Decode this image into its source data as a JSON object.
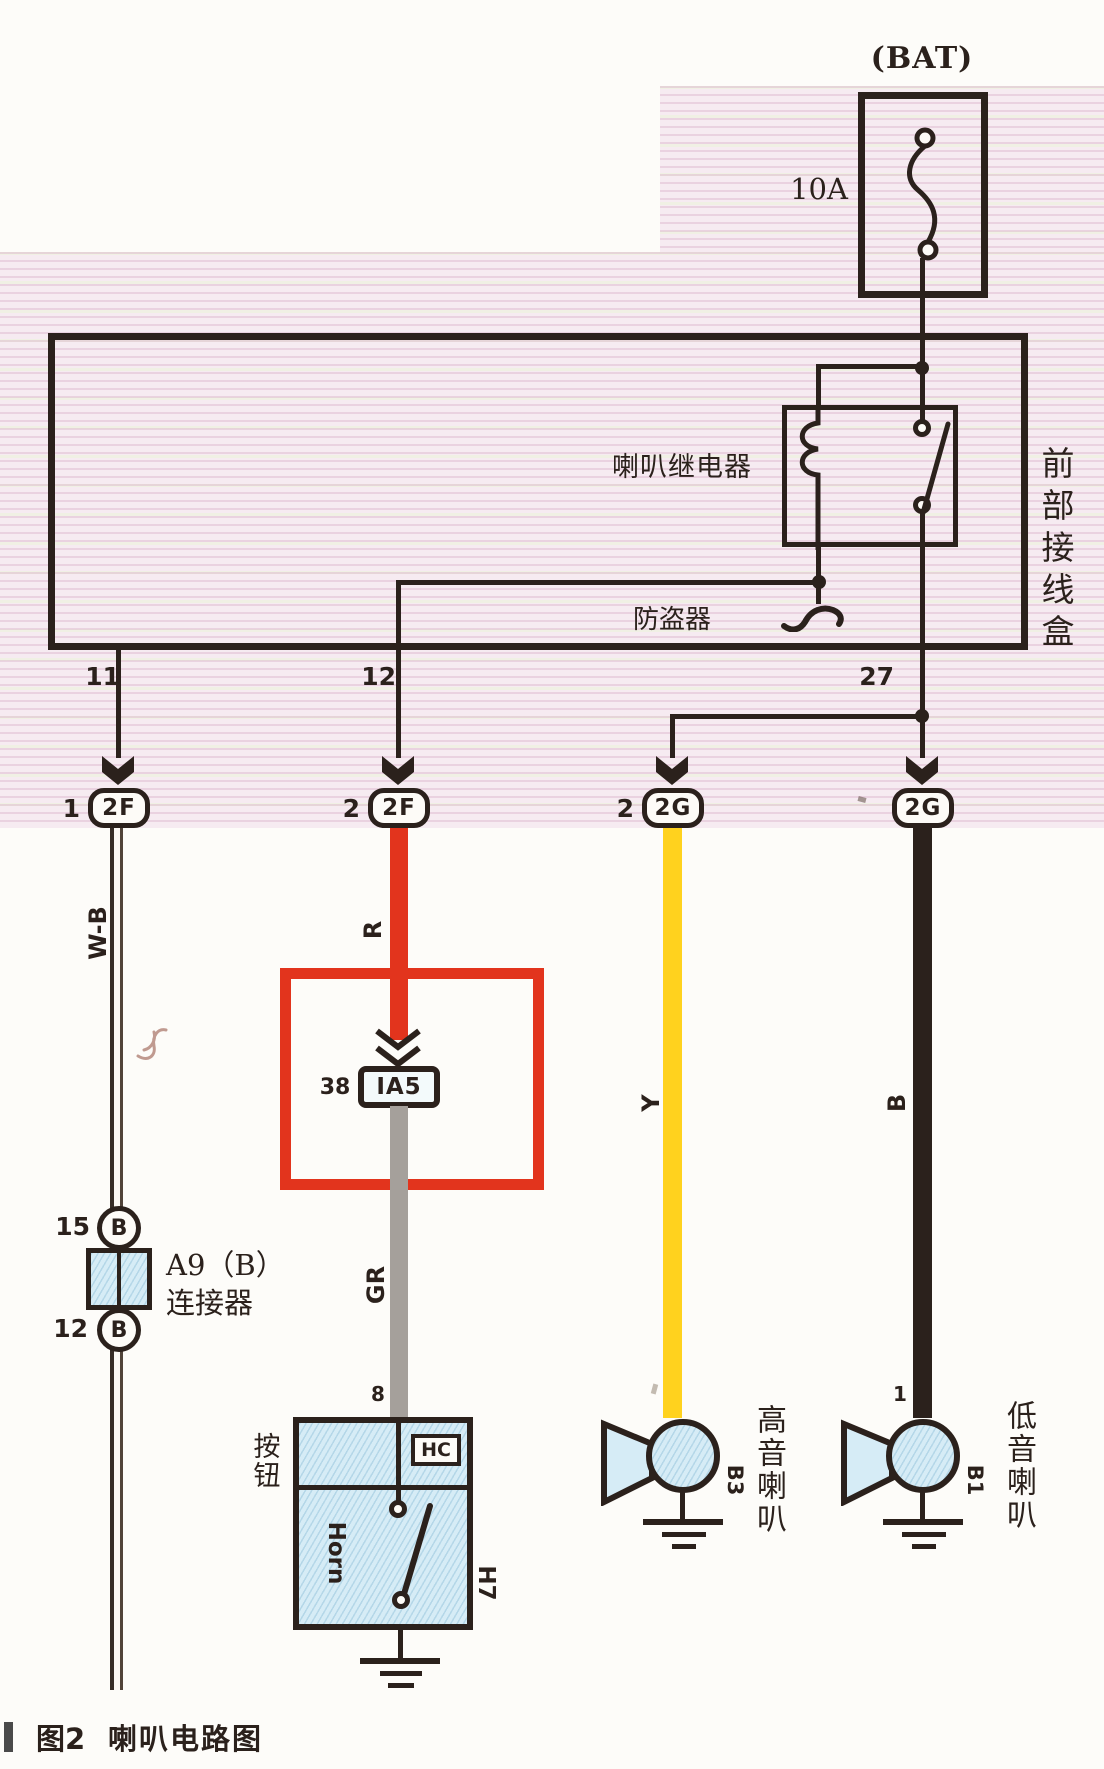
{
  "colors": {
    "ink": "#2b211c",
    "red": "#e2341d",
    "yellow": "#ffd21e",
    "gray": "#a5a09b",
    "lightblue": "#d6ecf6",
    "band": "#f6ebf1"
  },
  "power": {
    "bat_label": "(BAT)",
    "fuse_rating": "10A"
  },
  "junction_box": {
    "name": "前部接线盒",
    "relay_label": "喇叭继电器",
    "antitheft_label": "防盗器",
    "pin_11": "11",
    "pin_12": "12",
    "pin_27": "27"
  },
  "connector_row": {
    "c2f_1_pin": "1",
    "c2f_1": "2F",
    "c2f_2_pin": "2",
    "c2f_2": "2F",
    "c2g_1_pin": "2",
    "c2g_1": "2G",
    "c2g_2": "2G"
  },
  "wire_labels": {
    "wb": "W-B",
    "r": "R",
    "gr": "GR",
    "y": "Y",
    "b": "B"
  },
  "ia5": {
    "pin": "38",
    "label": "IA5"
  },
  "a9_connector": {
    "pin_top": "15",
    "terminal_top": "B",
    "pin_bottom": "12",
    "terminal_bottom": "B",
    "name_line1": "A9（B）",
    "name_line2": "连接器"
  },
  "horn_switch": {
    "label": "按钮",
    "pin": "8",
    "hc": "HC",
    "name": "Horn",
    "id": "H7"
  },
  "high_horn": {
    "name": "高音喇叭",
    "id": "B3"
  },
  "low_horn": {
    "name": "低音喇叭",
    "id": "B1",
    "pin": "1"
  },
  "caption": {
    "fig": "图2",
    "title": "喇叭电路图"
  }
}
